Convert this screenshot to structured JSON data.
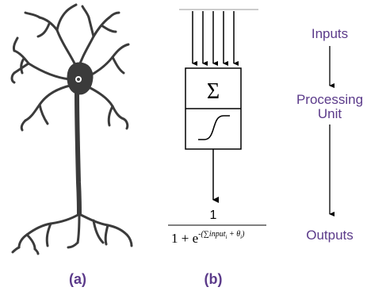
{
  "neuron": {
    "caption": "(a)"
  },
  "unit": {
    "sum_symbol": "Σ",
    "formula_numerator": "1",
    "formula_denominator_base": "1 + e",
    "formula_exponent": "-(∑input",
    "formula_exponent_sub_i": "i",
    "formula_exponent_plus_theta": " + θ",
    "formula_exponent_sub_i2": "i",
    "formula_exponent_close": ")",
    "caption": "(b)"
  },
  "flow": {
    "inputs": "Inputs",
    "processing_line1": "Processing",
    "processing_line2": "Unit",
    "outputs": "Outputs"
  },
  "colors": {
    "flow_text": "#5b3a8a",
    "caption_text": "#5b3a8a",
    "ink": "#000000",
    "neuron": "#3b3b3b"
  }
}
